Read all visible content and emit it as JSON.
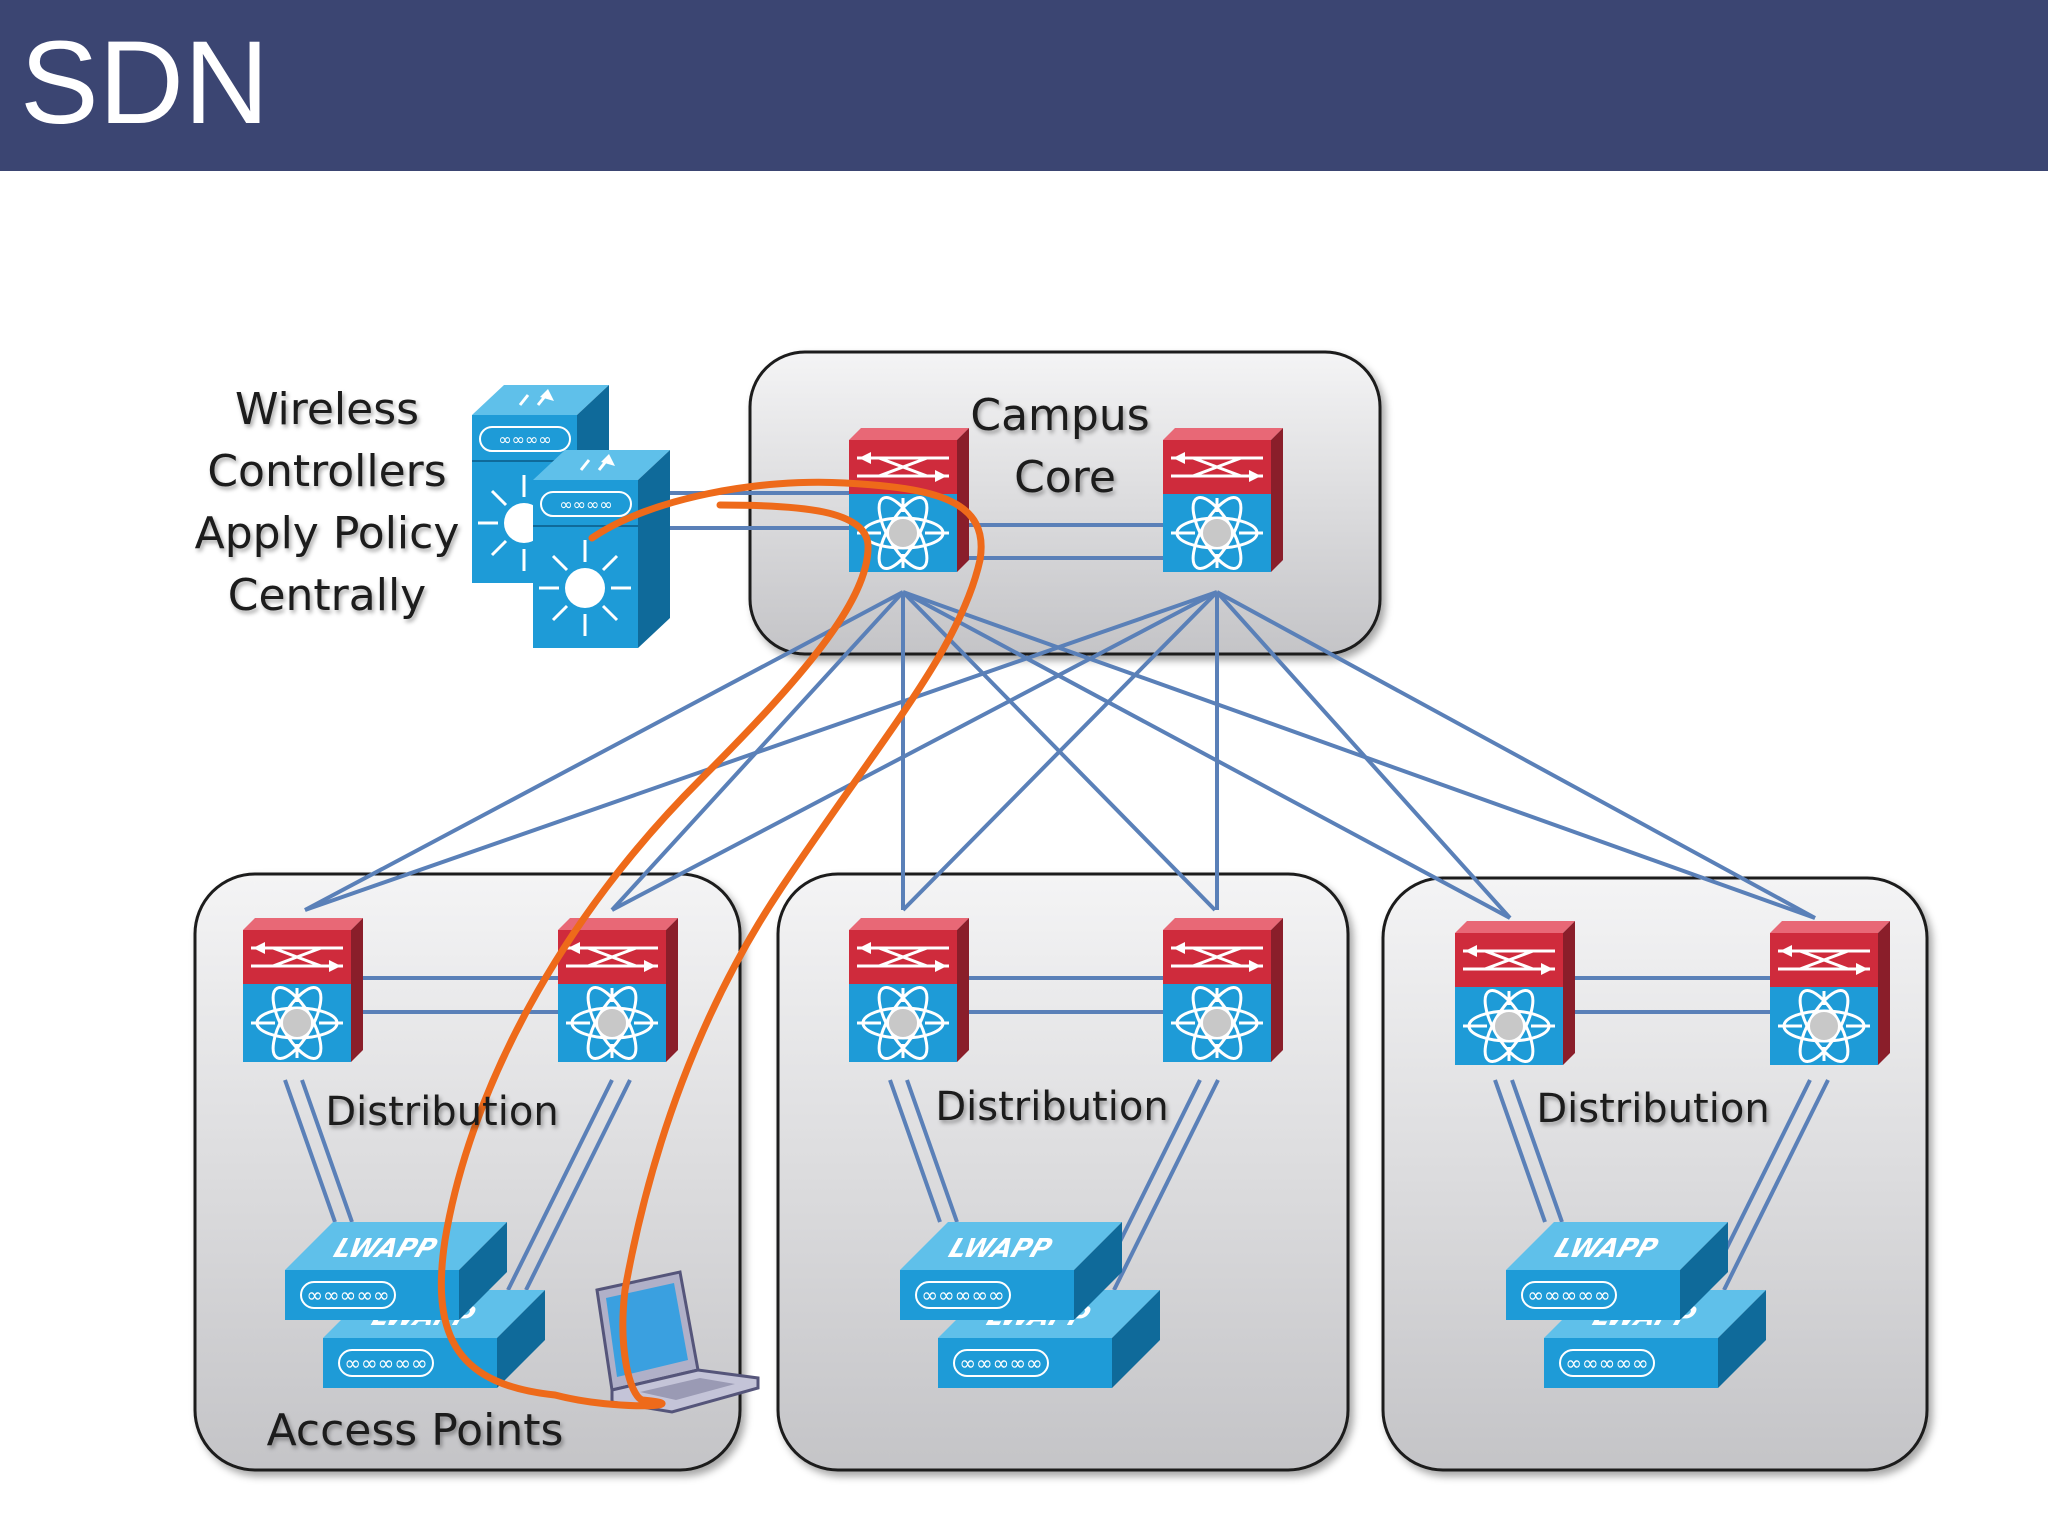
{
  "slide": {
    "title": "SDN"
  },
  "labels": {
    "controllers": [
      "Wireless",
      "Controllers",
      "Apply Policy",
      "Centrally"
    ],
    "core": [
      "Campus",
      "Core"
    ],
    "distribution": "Distribution",
    "access_points": "Access Points",
    "ap_tag": "LWAPP"
  },
  "colors": {
    "header": "#3b4572",
    "switch_red": "#cf2b3c",
    "switch_blue": "#1e9bd7",
    "link": "#5a80b8",
    "path": "#ee6a1a",
    "group_fill": "#d2d2d4"
  }
}
